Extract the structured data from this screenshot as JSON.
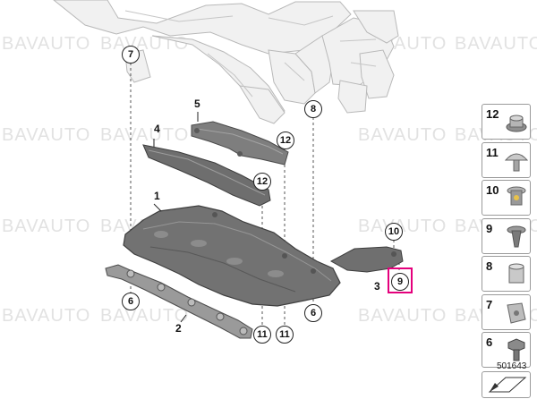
{
  "watermark": "BAVAUTO",
  "callouts": {
    "c1": "1",
    "c2": "2",
    "c3": "3",
    "c4": "4",
    "c5": "5",
    "c6a": "6",
    "c6b": "6",
    "c7": "7",
    "c8": "8",
    "c9": "9",
    "c10": "10",
    "c11a": "11",
    "c11b": "11",
    "c12a": "12",
    "c12b": "12"
  },
  "highlight": {
    "part": "9",
    "color": "#e4007c"
  },
  "legend": [
    {
      "number": "12",
      "icon": "cap-nut-icon"
    },
    {
      "number": "11",
      "icon": "mushroom-clip-icon"
    },
    {
      "number": "10",
      "icon": "expanding-nut-icon"
    },
    {
      "number": "9",
      "icon": "push-rivet-icon"
    },
    {
      "number": "8",
      "icon": "sleeve-icon"
    },
    {
      "number": "7",
      "icon": "clip-nut-icon"
    },
    {
      "number": "6",
      "icon": "hex-screw-icon"
    }
  ],
  "legend_arrow": "direction-arrow-icon",
  "doc_number": "501643"
}
